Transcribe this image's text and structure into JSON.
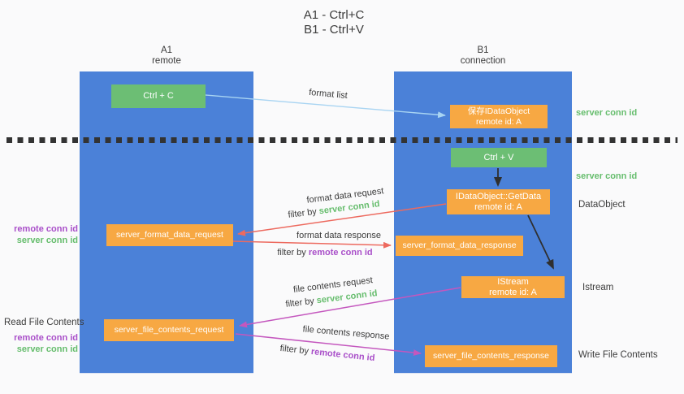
{
  "title": {
    "line1": "A1 - Ctrl+C",
    "line2": "B1 - Ctrl+V"
  },
  "lifelines": {
    "left": {
      "id": "A1",
      "role": "remote"
    },
    "right": {
      "id": "B1",
      "role": "connection"
    }
  },
  "nodes": {
    "ctrl_c": {
      "label": "Ctrl + C"
    },
    "save_dataobject": {
      "line1": "保存IDataObject",
      "line2": "remote id: A"
    },
    "ctrl_v": {
      "label": "Ctrl + V"
    },
    "getdata": {
      "line1": "IDataObject::GetData",
      "line2": "remote id: A"
    },
    "format_request": {
      "label": "server_format_data_request"
    },
    "format_response": {
      "label": "server_format_data_response"
    },
    "istream": {
      "line1": "IStream",
      "line2": "remote id: A"
    },
    "file_request": {
      "label": "server_file_contents_request"
    },
    "file_response": {
      "label": "server_file_contents_response"
    }
  },
  "arrows": {
    "format_list": {
      "label": "format list"
    },
    "format_data_request": {
      "label": "format data request",
      "filter_prefix": "filter by",
      "filter_key": "server conn id"
    },
    "format_data_response": {
      "label": "format data response",
      "filter_prefix": "filter by",
      "filter_key": "remote conn id"
    },
    "file_contents_request": {
      "label": "file contents request",
      "filter_prefix": "filter by",
      "filter_key": "server conn id"
    },
    "file_contents_response": {
      "label": "file contents response",
      "filter_prefix": "filter by",
      "filter_key": "remote conn id"
    }
  },
  "side_labels": {
    "right_server_conn_top": "server conn id",
    "right_server_conn_mid": "server conn id",
    "dataobject": "DataObject",
    "istream": "Istream",
    "write_file_contents": "Write File Contents",
    "left_remote_conn_top": "remote conn id",
    "left_server_conn_top": "server conn id",
    "read_file_contents": "Read File Contents",
    "left_remote_conn_bottom": "remote conn id",
    "left_server_conn_bottom": "server conn id"
  },
  "colors": {
    "background": "#fafafb",
    "lifeline_blue": "#4b81d8",
    "box_green": "#6cbe74",
    "box_orange": "#f7a843",
    "arrow_lightblue": "#a8d4f2",
    "arrow_red": "#ed6a5f",
    "arrow_magenta": "#c457be",
    "arrow_black": "#2f2f2f",
    "text_green": "#66bd6d",
    "text_purple": "#a94fc9",
    "text_dark": "#3b3b3b"
  }
}
